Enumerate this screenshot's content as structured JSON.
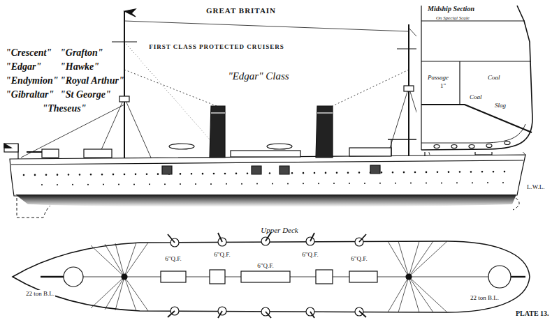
{
  "diagram": {
    "title": "GREAT BRITAIN",
    "labels": [
      "\"Crescent\"",
      "\"Grafton\"",
      "\"Edgar\"",
      "\"Hawke\"",
      "\"Endymion\"",
      "\"Royal Arthur\"",
      "\"Gibraltar\"",
      "\"St George\"",
      "\"Theseus\"",
      "FIRST CLASS PROTECTED CRUISERS",
      "\"Edgar\" Class",
      "Midship Section",
      "On Special Scale",
      "Passage",
      "1\"",
      "Coal",
      "Coal",
      "Slag",
      "L.W.L.",
      "Upper Deck",
      "6\"Q.F.",
      "6\"Q.F.",
      "6\"Q.F.",
      "6\"Q.F.",
      "6\"Q.F.",
      "22 ton B.L.",
      "22 ton B.L.",
      "PLATE 13."
    ]
  }
}
